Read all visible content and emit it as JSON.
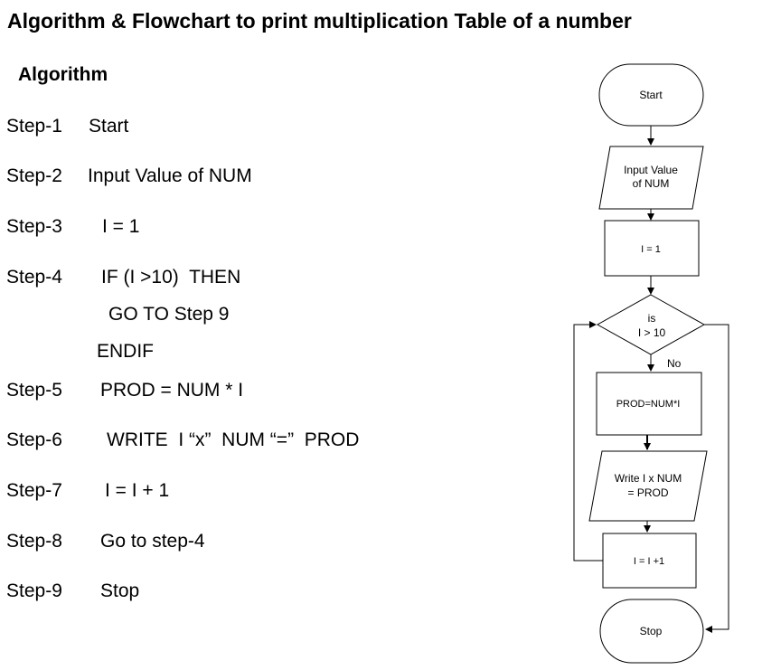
{
  "title": "Algorithm & Flowchart to print multiplication Table of a number",
  "algorithm": {
    "heading": "Algorithm",
    "steps": [
      {
        "num": "Step-1",
        "text": "Start"
      },
      {
        "num": "Step-2",
        "text": "Input Value of NUM"
      },
      {
        "num": "Step-3",
        "text": "I = 1"
      },
      {
        "num": "Step-4",
        "text": "IF (I >10)  THEN",
        "lines": [
          "GO TO Step 9",
          "ENDIF"
        ]
      },
      {
        "num": "Step-5",
        "text": "PROD = NUM * I"
      },
      {
        "num": "Step-6",
        "text": "WRITE  I “x”  NUM “=”  PROD"
      },
      {
        "num": "Step-7",
        "text": "I = I + 1"
      },
      {
        "num": "Step-8",
        "text": "Go to step-4"
      },
      {
        "num": "Step-9",
        "text": "Stop"
      }
    ]
  },
  "flowchart": {
    "start": "Start",
    "input": [
      "Input Value",
      "of NUM"
    ],
    "init": "I = 1",
    "decision": [
      "is",
      "I > 10"
    ],
    "no_label": "No",
    "process": "PROD=NUM*I",
    "output": [
      "Write I x NUM",
      "= PROD"
    ],
    "increment": "I = I +1",
    "stop": "Stop"
  }
}
